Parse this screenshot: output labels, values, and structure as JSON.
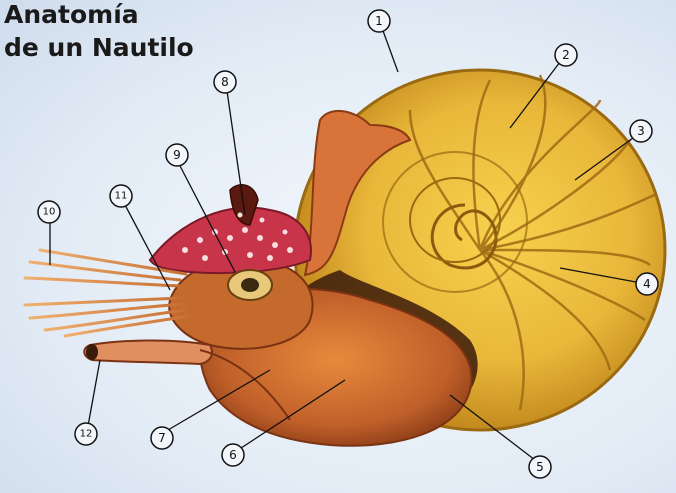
{
  "title": {
    "line1": "Anatomía",
    "line2": "de un Nautilo"
  },
  "callouts": [
    "1",
    "2",
    "3",
    "4",
    "5",
    "6",
    "7",
    "8",
    "9",
    "10",
    "11",
    "12"
  ],
  "colors": {
    "shell": "#e9b73a",
    "shell_dark": "#b57d14",
    "body": "#c86a2a",
    "hood": "#c8344a",
    "background": "#e3ecf6"
  }
}
